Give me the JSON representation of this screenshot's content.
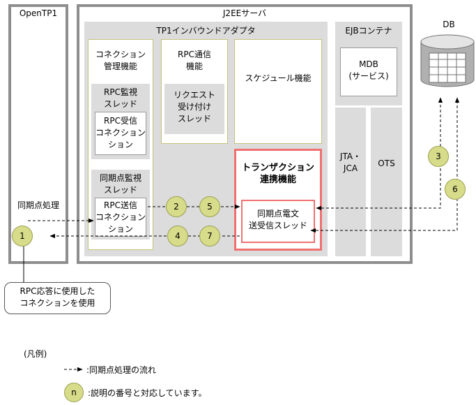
{
  "openTP1": {
    "title": "OpenTP1",
    "sync_label": "同期点処理"
  },
  "j2ee": {
    "title": "J2EEサーバ"
  },
  "adapter": {
    "title": "TP1インバウンドアダプタ",
    "conn_mgmt": {
      "line1": "コネクション",
      "line2": "管理機能"
    },
    "rpc_watch": {
      "line1": "RPC監視",
      "line2": "スレッド"
    },
    "rpc_recv": {
      "line1": "RPC受信",
      "line2": "コネクション"
    },
    "sync_watch": {
      "line1": "同期点監視",
      "line2": "スレッド"
    },
    "rpc_send": {
      "line1": "RPC送信",
      "line2": "コネクション"
    },
    "rpc_comm": {
      "line1": "RPC通信",
      "line2": "機能"
    },
    "req_thread": {
      "line1": "リクエスト",
      "line2": "受け付け",
      "line3": "スレッド"
    },
    "scheduler": "スケジュール機能",
    "tx": {
      "line1": "トランザクション",
      "line2": "連携機能"
    },
    "sync_msg": {
      "line1": "同期点電文",
      "line2": "送受信スレッド"
    }
  },
  "ejb": {
    "title": "EJBコンテナ",
    "mdb": "MDB",
    "service": "(サービス)"
  },
  "jta": {
    "line1": "JTA・",
    "line2": "JCA"
  },
  "ots": "OTS",
  "db": {
    "title": "DB"
  },
  "steps": [
    "1",
    "2",
    "3",
    "4",
    "5",
    "6",
    "7"
  ],
  "callout": {
    "line1": "RPC応答に使用した",
    "line2": "コネクションを使用"
  },
  "legend": {
    "title": "(凡例)",
    "arrow_desc": ":同期点処理の流れ",
    "circle_symbol": "n",
    "circle_desc": ":説明の番号と対応しています。"
  },
  "colors": {
    "highlight": "#f07070",
    "step_fill": "#d7dc8a",
    "olive_border": "#c6c27a"
  }
}
